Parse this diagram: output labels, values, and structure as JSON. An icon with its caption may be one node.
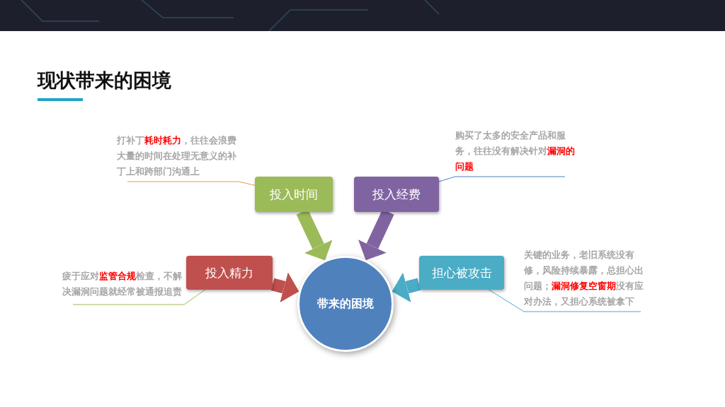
{
  "diagram": {
    "title": "现状带来的困境",
    "nodes": [
      {
        "text": [
          "打补丁**耗时耗力**，往往会浪费大量的时间在处理无意义的补丁上和跨部门沟通上"
        ]
      },
      {
        "text": [
          "投入时间"
        ]
      },
      {
        "text": [
          "购买了太多的安全产品和服务，往往没有解决针对**漏洞的问题**"
        ]
      },
      {
        "text": [
          "投入经费"
        ]
      },
      {
        "text": [
          "疲于应对**监管合规**检查，不解决漏洞问题就经常被通报追责"
        ]
      },
      {
        "text": [
          "投入精力"
        ]
      },
      {
        "text": [
          "担心被攻击"
        ]
      },
      {
        "text": [
          "关键的业务，老旧系统没有修，风险持续暴露，总担心出问题；**漏洞修复空窗期**没有应对办法，又担心系统被拿下"
        ]
      },
      {
        "text": [
          "带来的困境"
        ]
      }
    ],
    "edges": [
      {
        "from": 0,
        "to": 1,
        "arrow": "none",
        "color": "#f79646"
      },
      {
        "from": 2,
        "to": 3,
        "arrow": "none",
        "color": "#4f81bd"
      },
      {
        "from": 4,
        "to": 5,
        "arrow": "none",
        "color": "#9bbb59"
      },
      {
        "from": 7,
        "to": 6,
        "arrow": "none",
        "color": "#4bacc6"
      },
      {
        "from": 1,
        "to": 8,
        "arrow": "to",
        "style": "thick",
        "color": "#9bbb59"
      },
      {
        "from": 3,
        "to": 8,
        "arrow": "to",
        "style": "thick",
        "color": "#8064a2"
      },
      {
        "from": 5,
        "to": 8,
        "arrow": "to",
        "style": "thick",
        "color": "#c0504d"
      },
      {
        "from": 6,
        "to": 8,
        "arrow": "to",
        "style": "thick",
        "color": "#4bacc6"
      }
    ]
  }
}
